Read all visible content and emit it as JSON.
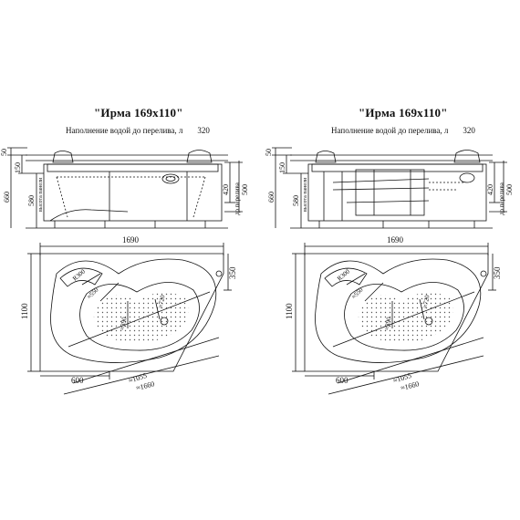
{
  "sheets": [
    {
      "title": "\"Ирма 169x110\"",
      "fill_label": "Наполнение водой до перелива, л",
      "fill_volume": "320",
      "side_view": {
        "dim_top": "50",
        "dim_150": "150",
        "dim_660": "660",
        "dim_580": "580",
        "panel_label": "высота панели",
        "dim_420": "420",
        "dim_500": "500",
        "overflow_label": "до перелива"
      },
      "plan_view": {
        "width": "1690",
        "height": "1100",
        "dim_350": "350",
        "dim_600": "600",
        "diag_1055": "≈1055",
        "diag_1660": "≈1660",
        "r_300": "R300",
        "r_550": "≈550",
        "r_390": "≈390",
        "r_720": "≈720"
      }
    },
    {
      "title": "\"Ирма 169x110\"",
      "fill_label": "Наполнение водой до перелива, л",
      "fill_volume": "320",
      "side_view": {
        "dim_top": "50",
        "dim_150": "150",
        "dim_660": "660",
        "dim_580": "580",
        "panel_label": "высота панели",
        "dim_420": "420",
        "dim_500": "500",
        "overflow_label": "до перелива"
      },
      "plan_view": {
        "width": "1690",
        "height": "1100",
        "dim_350": "350",
        "dim_600": "600",
        "diag_1055": "≈1055",
        "diag_1660": "≈1660",
        "r_300": "R300",
        "r_550": "≈550",
        "r_390": "≈390",
        "r_720": "≈720"
      }
    }
  ]
}
